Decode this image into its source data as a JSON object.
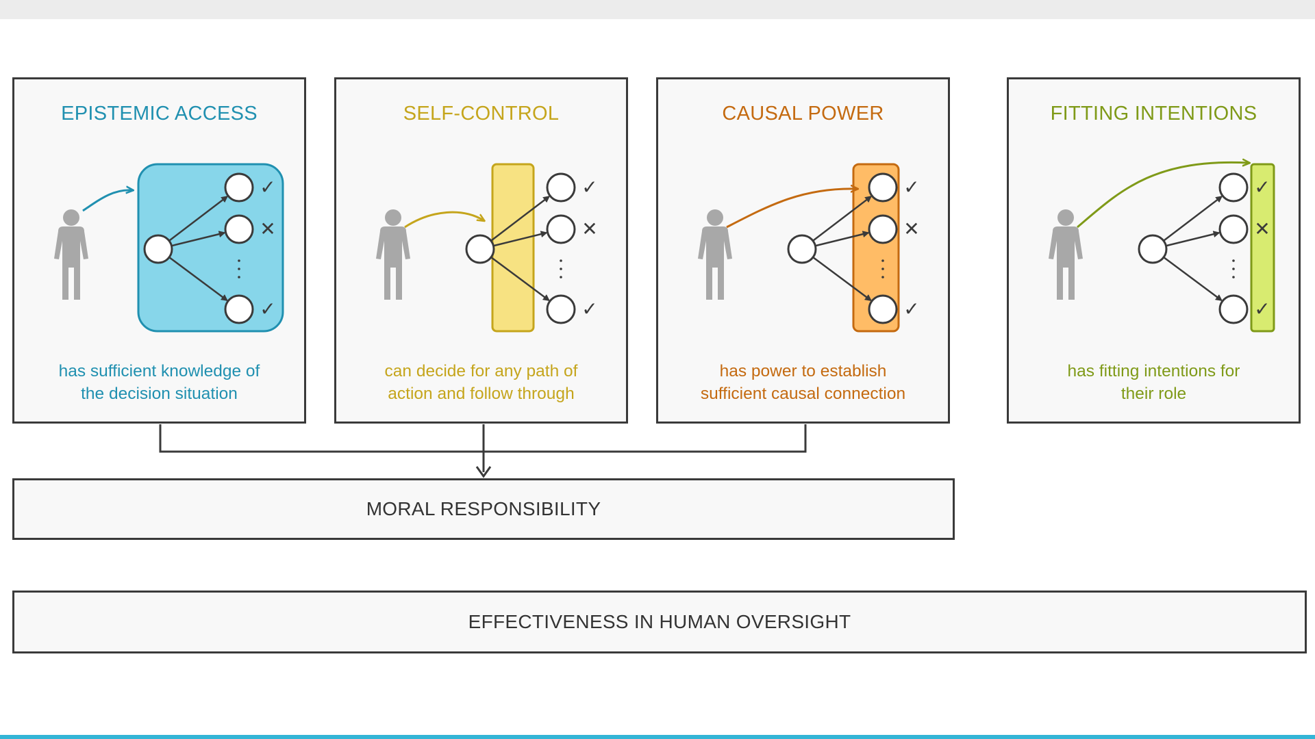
{
  "pillars": [
    {
      "title": "EPISTEMIC ACCESS",
      "caption": [
        "has sufficient knowledge of",
        "the decision situation"
      ],
      "color": "#2090b0",
      "fill": "#87d6ea",
      "highlight": "rounded-box"
    },
    {
      "title": "SELF-CONTROL",
      "caption": [
        "can decide for any path of",
        "action and follow through"
      ],
      "color": "#c5a51c",
      "fill": "#f7e282",
      "highlight": "choice-bar"
    },
    {
      "title": "CAUSAL POWER",
      "caption": [
        "has power to establish",
        "sufficient causal connection"
      ],
      "color": "#c46a10",
      "fill": "#ffbc66",
      "highlight": "outcome-bar"
    },
    {
      "title": "FITTING INTENTIONS",
      "caption": [
        "has fitting intentions for",
        "their role"
      ],
      "color": "#7f9a18",
      "fill": "#d8eb70",
      "highlight": "mark-bar"
    }
  ],
  "outcome_marks": [
    "✓",
    "✕",
    "✓"
  ],
  "moral_responsibility": "MORAL RESPONSIBILITY",
  "effectiveness": "EFFECTIVENESS IN HUMAN OVERSIGHT",
  "colors": {
    "outline": "#3a3a3a",
    "person": "#a8a8a8",
    "card_bg": "#f8f8f8",
    "top_band": "#ececec",
    "bottom_line": "#33b5d6"
  }
}
